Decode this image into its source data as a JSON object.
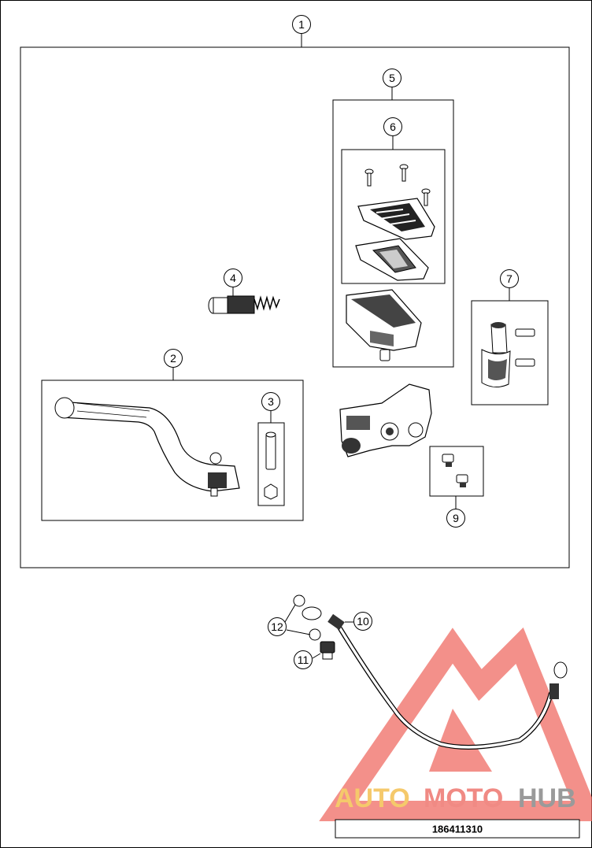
{
  "callouts": {
    "c1": "1",
    "c2": "2",
    "c3": "3",
    "c4": "4",
    "c5": "5",
    "c6": "6",
    "c7": "7",
    "c9": "9",
    "c10": "10",
    "c11": "11",
    "c12": "12"
  },
  "watermark": {
    "part1": "AUTO",
    "part2": "MOTO",
    "part3": "HUB",
    "colors": {
      "auto": "#f5c96b",
      "moto": "#f08a84",
      "hub": "#9a9a9a"
    }
  },
  "part_number": "186411310"
}
